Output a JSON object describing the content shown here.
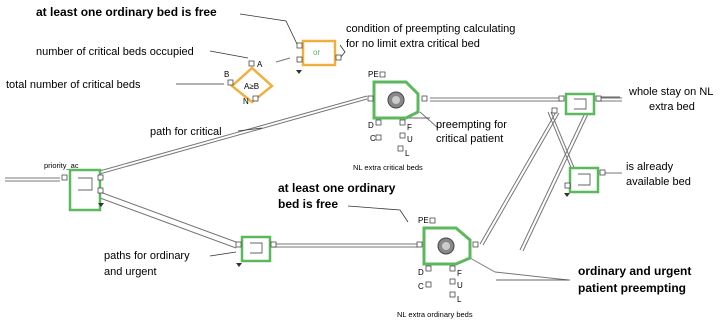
{
  "annotations": {
    "free_bed_top": "at least one ordinary bed is free",
    "critical_occupied": "number of critical beds occupied",
    "total_critical": "total number of critical beds",
    "condition_line1": "condition of preempting calculating",
    "condition_line2": "for no limit extra critical bed",
    "path_critical": "path for critical",
    "preempt_critical_line1": "preempting for",
    "preempt_critical_line2": "critical patient",
    "whole_stay_line1": "whole stay on NL",
    "whole_stay_line2": "extra bed",
    "already_available_line1": "is already",
    "already_available_line2": "available bed",
    "free_bed_mid_line1": "at least one ordinary",
    "free_bed_mid_line2": "bed is free",
    "paths_ordinary_line1": "paths for ordinary",
    "paths_ordinary_line2": "and urgent",
    "ordinary_preempt_line1": "ordinary and urgent",
    "ordinary_preempt_line2": "patient preempting"
  },
  "blocks": {
    "priority_label": "priority_ac",
    "or_label": "or",
    "compare_label": "A≥B",
    "compare_port_a": "A",
    "compare_port_b": "B",
    "compare_port_n": "N",
    "seize_critical_name": "NL extra critical beds",
    "seize_ordinary_name": "NL extra ordinary beds",
    "port_pe": "PE",
    "port_d": "D",
    "port_c": "C",
    "port_f": "F",
    "port_u": "U",
    "port_l": "L"
  },
  "colors": {
    "block_green": "#5cb85c",
    "or_orange": "#f0b040",
    "line_gray": "#777777"
  }
}
